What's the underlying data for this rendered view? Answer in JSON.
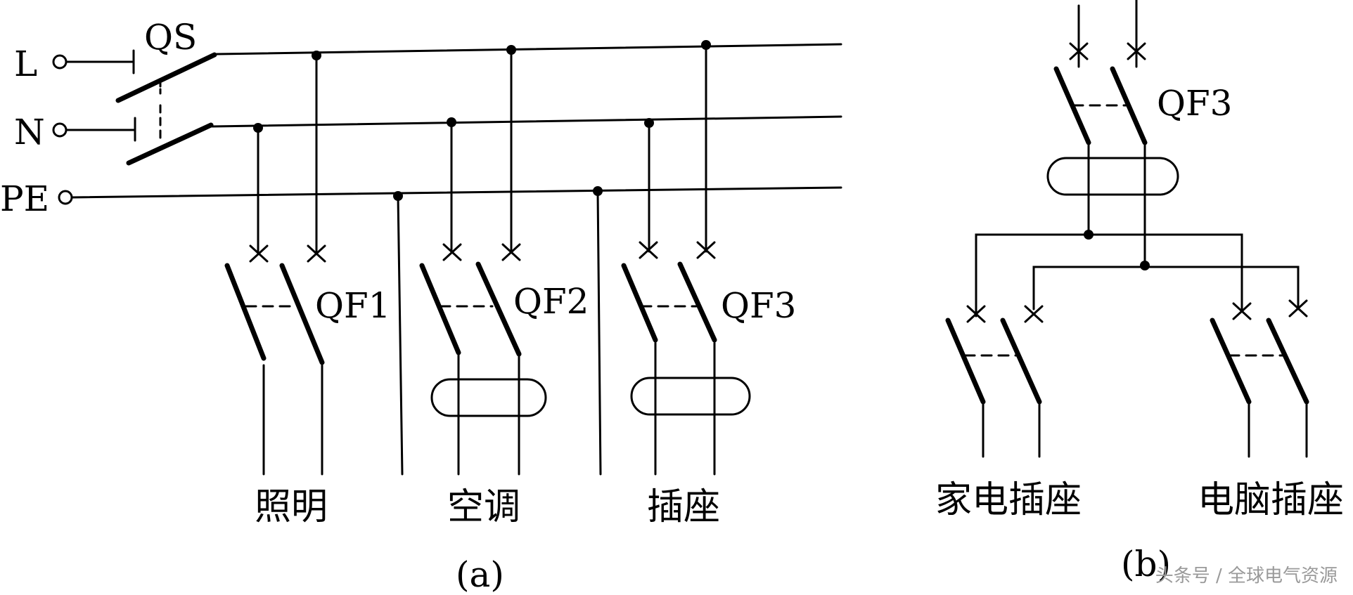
{
  "diagram_a": {
    "bus_labels": {
      "L": "L",
      "N": "N",
      "PE": "PE"
    },
    "main_switch": "QS",
    "breakers": [
      "QF1",
      "QF2",
      "QF3"
    ],
    "circuit_labels": [
      "照明",
      "空调",
      "插座"
    ],
    "caption": "(a)"
  },
  "diagram_b": {
    "breaker": "QF3",
    "circuit_labels": [
      "家电插座",
      "电脑插座"
    ],
    "caption": "(b)"
  },
  "watermark": "头条号 / 全球电气资源"
}
